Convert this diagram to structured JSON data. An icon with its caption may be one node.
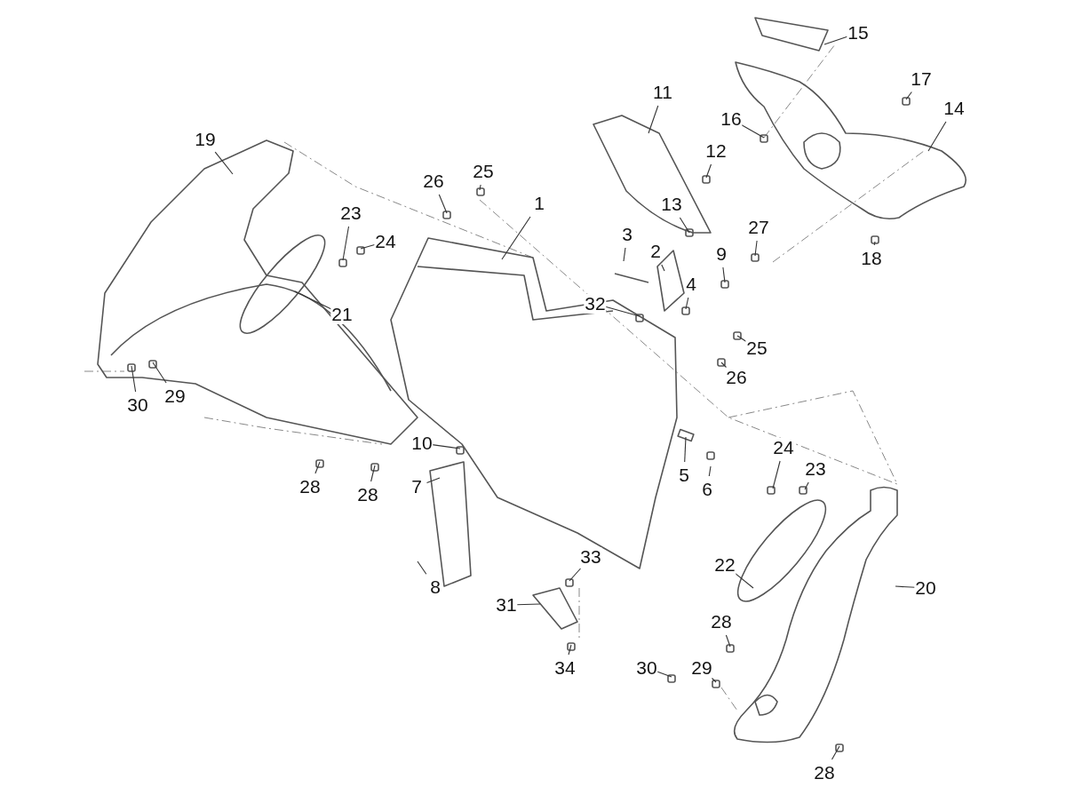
{
  "diagram": {
    "nodes": [
      {
        "text": [
          "1"
        ]
      },
      {
        "text": [
          "2"
        ]
      },
      {
        "text": [
          "3"
        ]
      },
      {
        "text": [
          "4"
        ]
      },
      {
        "text": [
          "5"
        ]
      },
      {
        "text": [
          "6"
        ]
      },
      {
        "text": [
          "7"
        ]
      },
      {
        "text": [
          "8"
        ]
      },
      {
        "text": [
          "9"
        ]
      },
      {
        "text": [
          "10"
        ]
      },
      {
        "text": [
          "11"
        ]
      },
      {
        "text": [
          "12"
        ]
      },
      {
        "text": [
          "13"
        ]
      },
      {
        "text": [
          "14"
        ]
      },
      {
        "text": [
          "15"
        ]
      },
      {
        "text": [
          "16"
        ]
      },
      {
        "text": [
          "17"
        ]
      },
      {
        "text": [
          "18"
        ]
      },
      {
        "text": [
          "19"
        ]
      },
      {
        "text": [
          "20"
        ]
      },
      {
        "text": [
          "21"
        ]
      },
      {
        "text": [
          "22"
        ]
      },
      {
        "text": [
          "23"
        ]
      },
      {
        "text": [
          "23"
        ]
      },
      {
        "text": [
          "24"
        ]
      },
      {
        "text": [
          "24"
        ]
      },
      {
        "text": [
          "25"
        ]
      },
      {
        "text": [
          "25"
        ]
      },
      {
        "text": [
          "26"
        ]
      },
      {
        "text": [
          "26"
        ]
      },
      {
        "text": [
          "27"
        ]
      },
      {
        "text": [
          "28"
        ]
      },
      {
        "text": [
          "28"
        ]
      },
      {
        "text": [
          "28"
        ]
      },
      {
        "text": [
          "28"
        ]
      },
      {
        "text": [
          "29"
        ]
      },
      {
        "text": [
          "29"
        ]
      },
      {
        "text": [
          "30"
        ]
      },
      {
        "text": [
          "30"
        ]
      },
      {
        "text": [
          "31"
        ]
      },
      {
        "text": [
          "32"
        ]
      },
      {
        "text": [
          "33"
        ]
      },
      {
        "text": [
          "34"
        ]
      }
    ],
    "edges": [
      {
        "from": 0,
        "to": null,
        "arrow": "none"
      },
      {
        "from": 1,
        "to": null,
        "arrow": "none"
      },
      {
        "from": 2,
        "to": null,
        "arrow": "none"
      },
      {
        "from": 3,
        "to": null,
        "arrow": "none"
      },
      {
        "from": 4,
        "to": null,
        "arrow": "none"
      },
      {
        "from": 5,
        "to": null,
        "arrow": "none"
      },
      {
        "from": 6,
        "to": null,
        "arrow": "none"
      },
      {
        "from": 7,
        "to": null,
        "arrow": "none"
      },
      {
        "from": 8,
        "to": null,
        "arrow": "none"
      },
      {
        "from": 9,
        "to": null,
        "arrow": "none"
      },
      {
        "from": 10,
        "to": null,
        "arrow": "none"
      },
      {
        "from": 11,
        "to": null,
        "arrow": "none"
      },
      {
        "from": 12,
        "to": null,
        "arrow": "none"
      },
      {
        "from": 13,
        "to": null,
        "arrow": "none"
      },
      {
        "from": 14,
        "to": null,
        "arrow": "none"
      },
      {
        "from": 15,
        "to": null,
        "arrow": "none"
      },
      {
        "from": 16,
        "to": null,
        "arrow": "none"
      },
      {
        "from": 17,
        "to": null,
        "arrow": "none"
      },
      {
        "from": 18,
        "to": null,
        "arrow": "none"
      },
      {
        "from": 19,
        "to": null,
        "arrow": "none"
      },
      {
        "from": 20,
        "to": null,
        "arrow": "none"
      },
      {
        "from": 21,
        "to": null,
        "arrow": "none"
      },
      {
        "from": 22,
        "to": null,
        "arrow": "none"
      },
      {
        "from": 23,
        "to": null,
        "arrow": "none"
      },
      {
        "from": 24,
        "to": null,
        "arrow": "none"
      },
      {
        "from": 25,
        "to": null,
        "arrow": "none"
      },
      {
        "from": 26,
        "to": null,
        "arrow": "none"
      },
      {
        "from": 27,
        "to": null,
        "arrow": "none"
      },
      {
        "from": 28,
        "to": null,
        "arrow": "none"
      },
      {
        "from": 29,
        "to": null,
        "arrow": "none"
      },
      {
        "from": 30,
        "to": null,
        "arrow": "none"
      },
      {
        "from": 31,
        "to": null,
        "arrow": "none"
      },
      {
        "from": 32,
        "to": null,
        "arrow": "none"
      },
      {
        "from": 33,
        "to": null,
        "arrow": "none"
      },
      {
        "from": 34,
        "to": null,
        "arrow": "none"
      },
      {
        "from": 35,
        "to": null,
        "arrow": "none"
      },
      {
        "from": 36,
        "to": null,
        "arrow": "none"
      },
      {
        "from": 37,
        "to": null,
        "arrow": "none"
      },
      {
        "from": 38,
        "to": null,
        "arrow": "none"
      },
      {
        "from": 39,
        "to": null,
        "arrow": "none"
      },
      {
        "from": 40,
        "to": null,
        "arrow": "none"
      },
      {
        "from": 41,
        "to": null,
        "arrow": "none"
      },
      {
        "from": 42,
        "to": null,
        "arrow": "none"
      }
    ]
  }
}
